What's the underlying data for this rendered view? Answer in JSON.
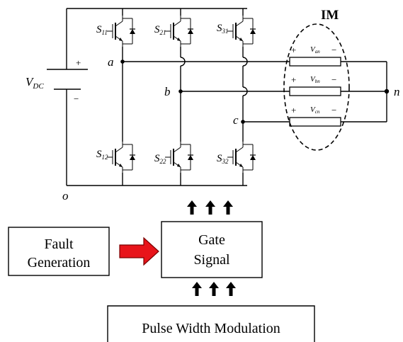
{
  "source": {
    "label_main": "V",
    "label_sub": "DC",
    "plus": "+",
    "minus": "−"
  },
  "ground": {
    "label": "o"
  },
  "switches": [
    {
      "id": "s11",
      "label_main": "S",
      "label_sub": "11"
    },
    {
      "id": "s21",
      "label_main": "S",
      "label_sub": "21"
    },
    {
      "id": "s31",
      "label_main": "S",
      "label_sub": "31"
    },
    {
      "id": "s12",
      "label_main": "S",
      "label_sub": "12"
    },
    {
      "id": "s22",
      "label_main": "S",
      "label_sub": "22"
    },
    {
      "id": "s32",
      "label_main": "S",
      "label_sub": "32"
    }
  ],
  "phases": [
    {
      "id": "a",
      "node": "a",
      "v_main": "V",
      "v_sub": "an"
    },
    {
      "id": "b",
      "node": "b",
      "v_main": "V",
      "v_sub": "bn"
    },
    {
      "id": "c",
      "node": "c",
      "v_main": "V",
      "v_sub": "cn"
    }
  ],
  "motor": {
    "label": "IM",
    "neutral": "n",
    "plus": "+",
    "minus": "−"
  },
  "blocks": {
    "fault_line1": "Fault",
    "fault_line2": "Generation",
    "gate_line1": "Gate",
    "gate_line2": "Signal",
    "pwm": "Pulse Width Modulation"
  },
  "colors": {
    "fault_arrow_fill": "#e8141a",
    "fault_arrow_stroke": "#7a0000",
    "line": "#000000"
  }
}
